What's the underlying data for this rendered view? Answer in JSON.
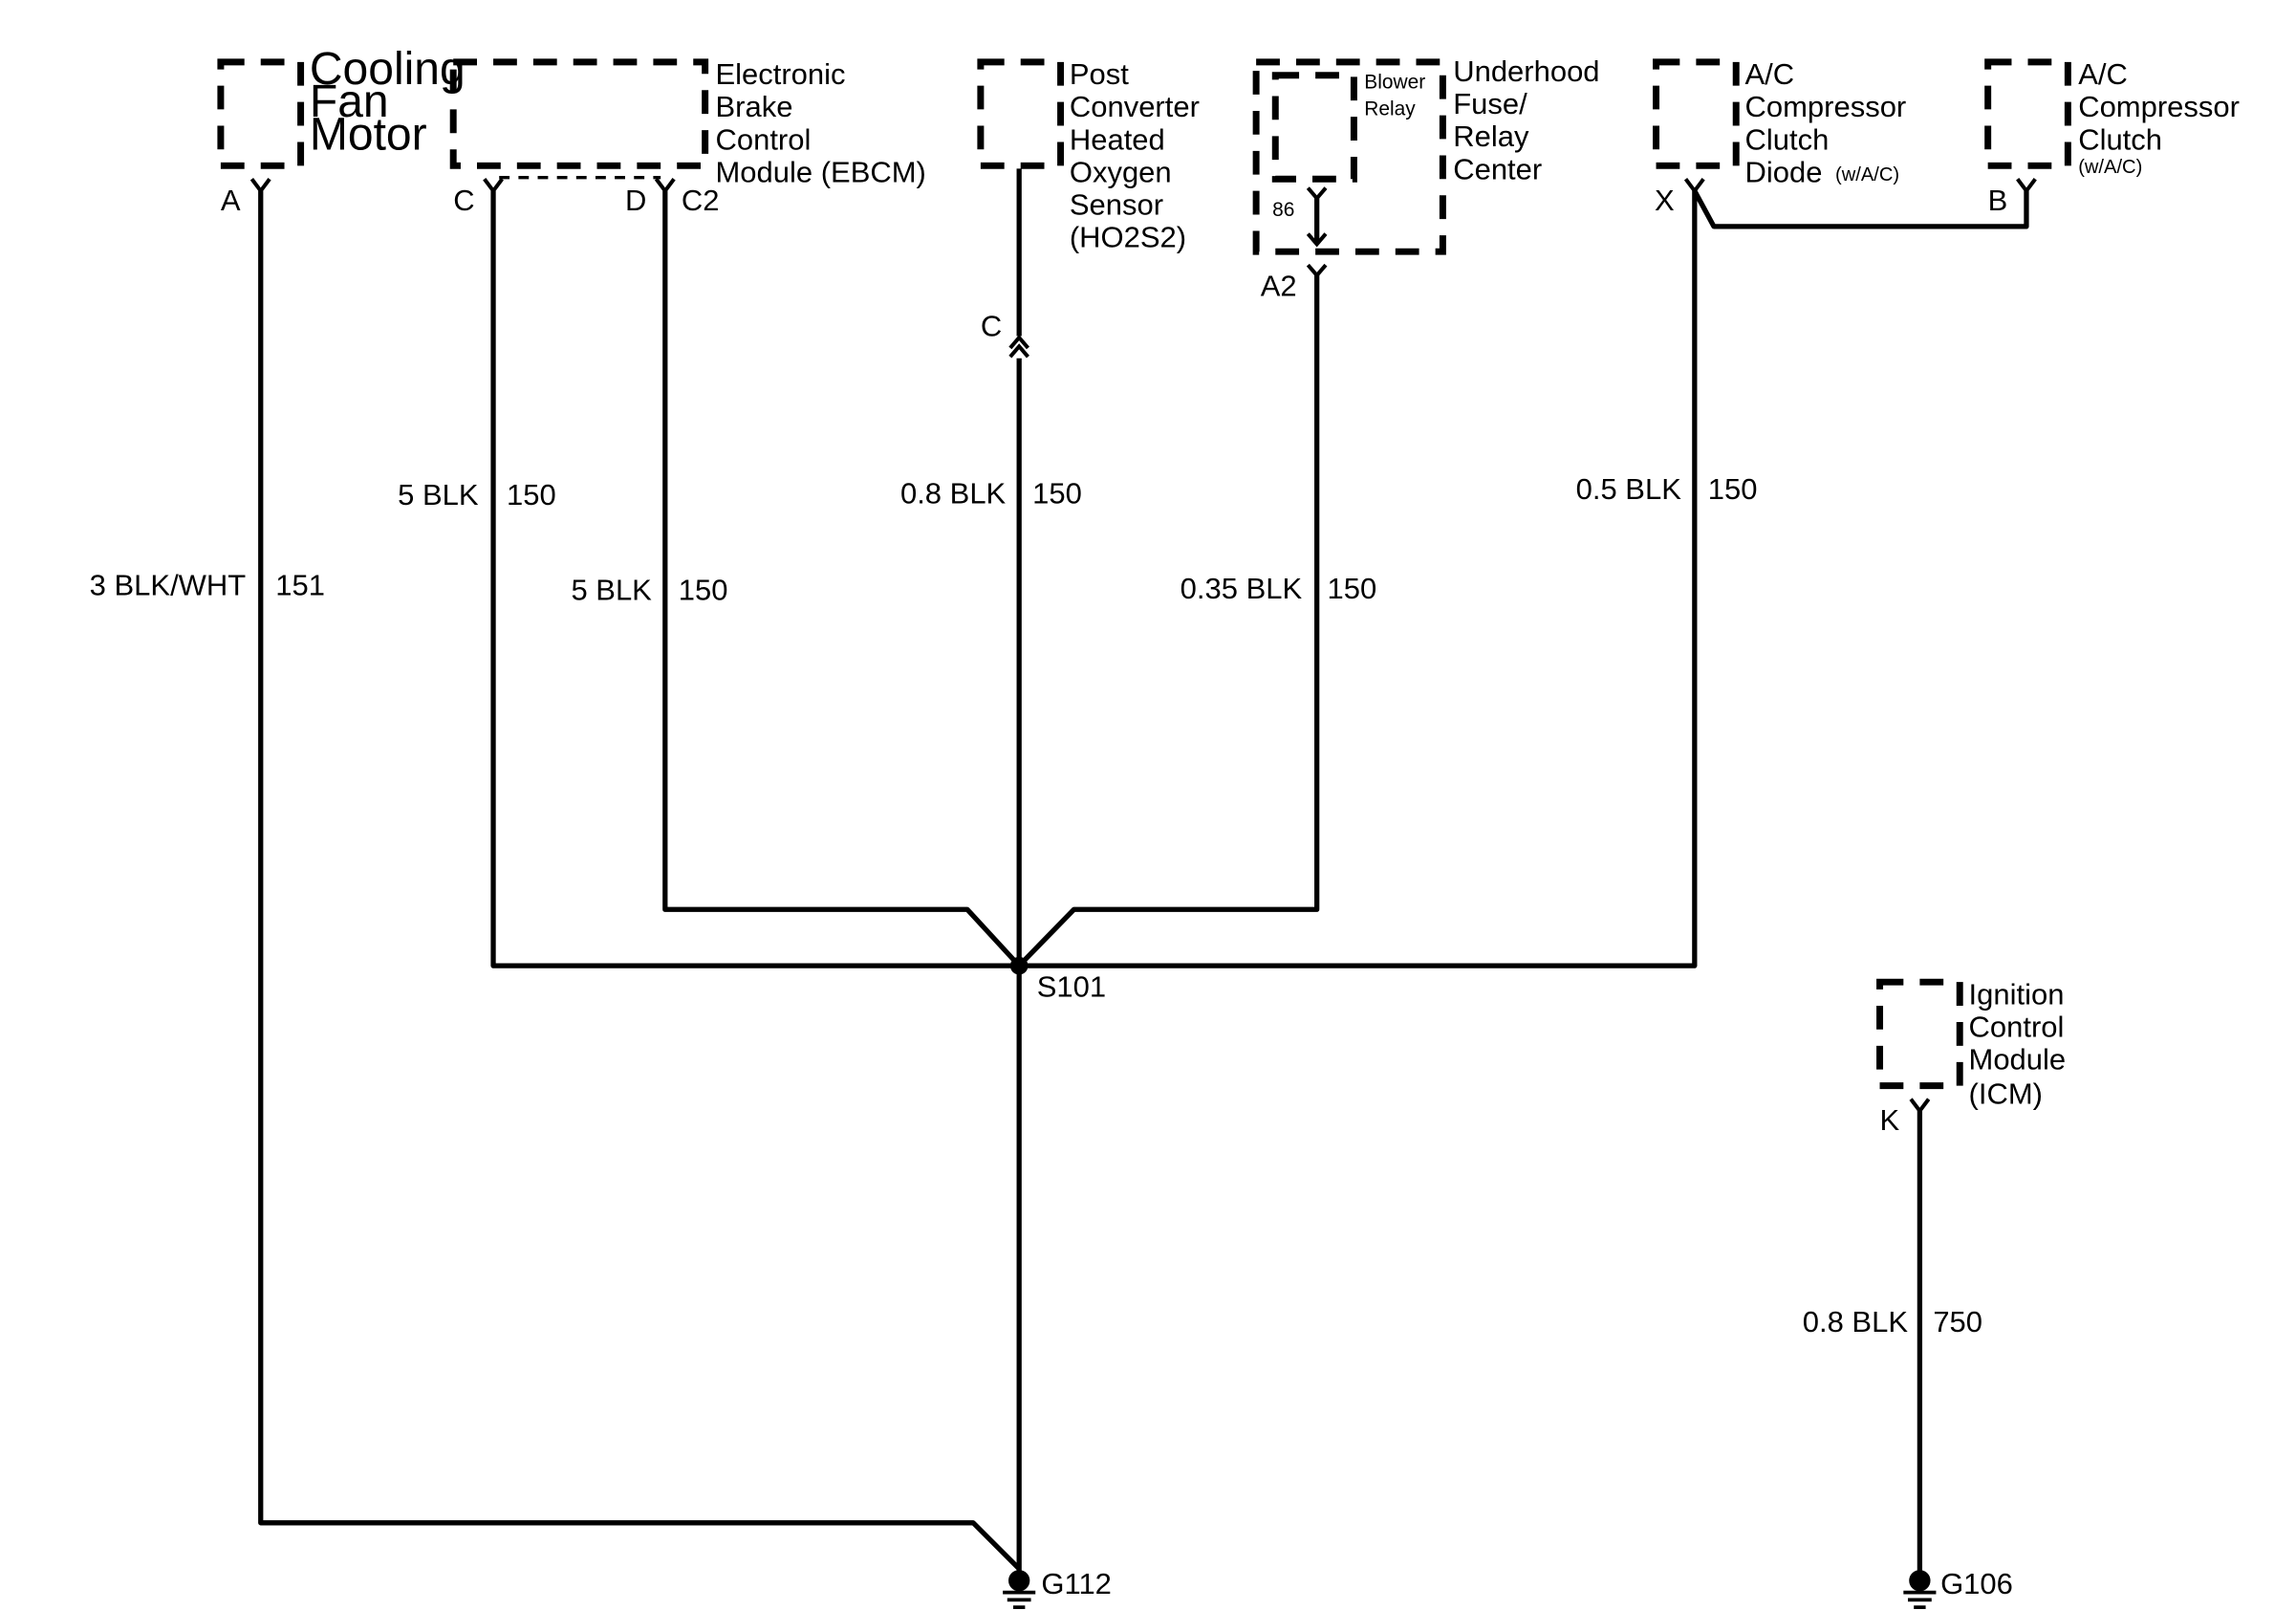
{
  "components": {
    "cooling_fan_motor": [
      "Cooling",
      "Fan",
      "Motor"
    ],
    "ebcm": [
      "Electronic",
      "Brake",
      "Control",
      "Module (EBCM)"
    ],
    "ho2s2": [
      "Post",
      "Converter",
      "Heated",
      "Oxygen",
      "Sensor",
      "(HO2S2)"
    ],
    "blower_relay": [
      "Blower",
      "Relay"
    ],
    "underhood_fuse": [
      "Underhood",
      "Fuse/",
      "Relay",
      "Center"
    ],
    "ac_diode": [
      "A/C",
      "Compressor",
      "Clutch",
      "Diode"
    ],
    "ac_diode_note": "(w/A/C)",
    "ac_clutch": [
      "A/C",
      "Compressor",
      "Clutch"
    ],
    "ac_clutch_note": "(w/A/C)",
    "icm": [
      "Ignition",
      "Control",
      "Module",
      "(ICM)"
    ]
  },
  "pins": {
    "fan_a": "A",
    "ebcm_c": "C",
    "ebcm_d": "D",
    "ebcm_c2": "C2",
    "ho2s2_c": "C",
    "relay_86": "86",
    "fuse_a2": "A2",
    "diode_x": "X",
    "clutch_b": "B",
    "icm_k": "K"
  },
  "wires": {
    "fan": {
      "color": "3 BLK/WHT",
      "circuit": "151"
    },
    "ebcm_c": {
      "color": "5 BLK",
      "circuit": "150"
    },
    "ebcm_d": {
      "color": "5 BLK",
      "circuit": "150"
    },
    "ho2s2": {
      "color": "0.8 BLK",
      "circuit": "150"
    },
    "relay": {
      "color": "0.35 BLK",
      "circuit": "150"
    },
    "diode": {
      "color": "0.5 BLK",
      "circuit": "150"
    },
    "icm": {
      "color": "0.8 BLK",
      "circuit": "750"
    }
  },
  "splice": "S101",
  "grounds": {
    "g112": "G112",
    "g106": "G106"
  }
}
